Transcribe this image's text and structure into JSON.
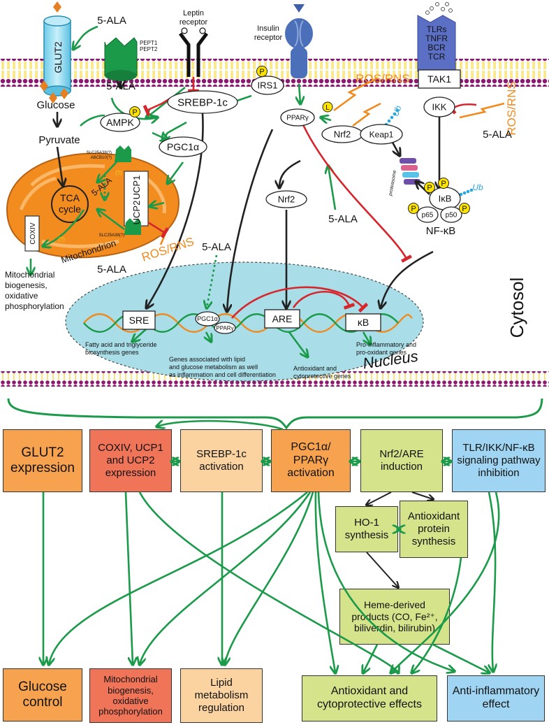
{
  "colors": {
    "green_arrow": "#1b9a4a",
    "red_inhibit": "#d7262b",
    "black_arrow": "#222222",
    "orange_ros": "#f08a1e",
    "nucleus_fill": "#a9dde8",
    "mitochondrion": "#f28c1f",
    "membrane_head": "#8b1a6f",
    "membrane_tail": "#f3d21c",
    "box_orange": "#f7a24e",
    "box_salmon": "#ef7458",
    "box_peach": "#fbd3a1",
    "box_lime": "#d5e38a",
    "box_blue": "#9fd5f2",
    "yellow_p": "#ffe300",
    "ub_blue": "#2aa6df"
  },
  "diagram": {
    "glut2": "GLUT2",
    "ala_top_left": "5-ALA",
    "pept": "PEPT1\nPEPT2",
    "ala_below_pept": "5-ALA",
    "leptin_receptor": "Leptin\nreceptor",
    "insulin_receptor": "Insulin\nreceptor",
    "tlr_group": "TLRs\nTNFR\nBCR\nTCR",
    "ros_rns_top": "ROS/RNS",
    "ros_rns_right": "ROS/RNS",
    "ros_rns_mito": "ROS/RNS",
    "glucose": "Glucose",
    "pyruvate": "Pyruvate",
    "ampk": "AMPK",
    "srebp": "SREBP-1c",
    "irs1": "IRS1",
    "tak1": "TAK1",
    "ikk": "IKK",
    "ala_ikk": "5-ALA",
    "pgc1a": "PGC1α",
    "ppar_cyto": "PPARγ",
    "nrf2_keap": "Nrf2",
    "keap1": "Keap1",
    "l_dot": "L",
    "p": "P",
    "ub": "Ub",
    "proteasome": "proteasome",
    "nrf2_free": "Nrf2",
    "ala_nrf2": "5-ALA",
    "ikb": "IκB",
    "p65": "p65",
    "p50": "p50",
    "nfkb": "NF-κB",
    "slc_top": "SLC25A38(?)\nABCB10(?)",
    "slc_bottom": "SLC25A38(?)",
    "ala_mito_in": "5-ALA",
    "question": "(?)",
    "ucp1": "UCP1",
    "ucp2": "UCP2",
    "tca": "TCA\ncycle",
    "coxiv": "COXIV",
    "mitochondrion": "Mitochondrion",
    "ala_mito_left": "5-ALA",
    "mito_bio": "Mitochondrial\nbiogenesis,\noxidative\nphosphorylation",
    "ala_nucleus": "5-ALA",
    "cytosol": "Cytosol",
    "sre": "SRE",
    "pgc1a_nuc": "PGC1α",
    "ppar_nuc": "PPARγ",
    "are": "ARE",
    "kb": "κB",
    "sre_genes": "Fatty acid and triglyceride\nbiosynthesis genes",
    "lipid_genes": "Genes associated with lipid\nand glucose metabolism as well\nas inflammation and cell differentiation",
    "antiox_genes": "Antioxidant and\ncytoprotective genes",
    "proinfl_genes": "Pro-inflammatory and\npro-oxidant genes",
    "nucleus": "Nucleus"
  },
  "boxes": {
    "glut2_expr": "GLUT2\nexpression",
    "coxiv_ucp": "COXIV, UCP1\nand UCP2\nexpression",
    "srebp_act": "SREBP-1c\nactivation",
    "pgc1a_ppar": "PGC1α/\nPPARγ\nactivation",
    "nrf2_are": "Nrf2/ARE\ninduction",
    "tlr_inhib": "TLR/IKK/NF-κB\nsignaling pathway\ninhibition",
    "ho1": "HO-1\nsynthesis",
    "antiox_protein": "Antioxidant\nprotein\nsynthesis",
    "heme": "Heme-derived\nproducts (CO, Fe²⁺,\nbiliverdin, bilirubin)",
    "glucose_control": "Glucose\ncontrol",
    "mito_biogenesis": "Mitochondrial\nbiogenesis,\noxidative\nphosphorylation",
    "lipid_reg": "Lipid\nmetabolism\nregulation",
    "antiox_effects": "Antioxidant and\ncytoprotective effects",
    "antiinfl": "Anti-inflammatory\neffect"
  }
}
